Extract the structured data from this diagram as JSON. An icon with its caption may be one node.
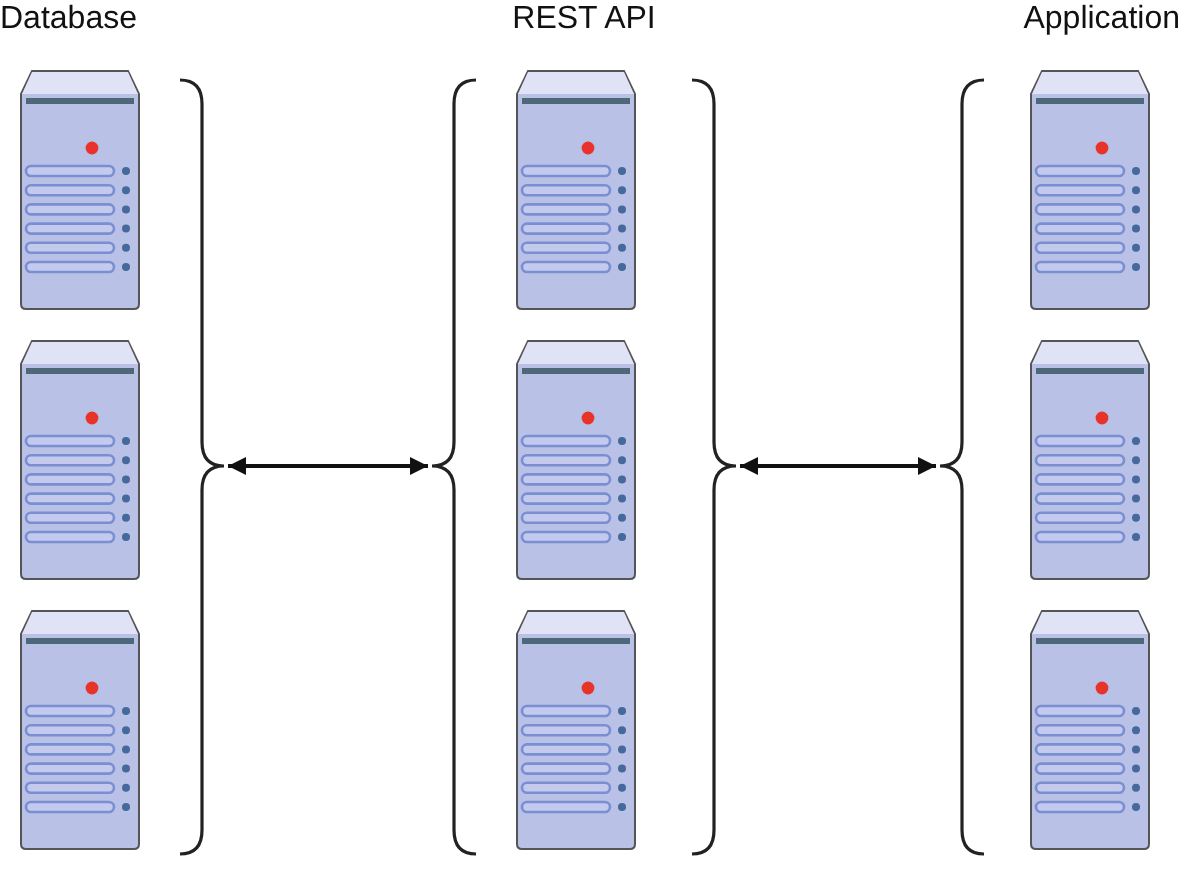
{
  "diagram": {
    "nodes": [
      {
        "text": [
          "Database"
        ]
      },
      {
        "text": [],
        "shape": "server",
        "in": 0
      },
      {
        "text": [],
        "shape": "server",
        "in": 0
      },
      {
        "text": [],
        "shape": "server",
        "in": 0
      },
      {
        "text": [
          "REST API"
        ]
      },
      {
        "text": [],
        "shape": "server",
        "in": 4
      },
      {
        "text": [],
        "shape": "server",
        "in": 4
      },
      {
        "text": [],
        "shape": "server",
        "in": 4
      },
      {
        "text": [
          "Application"
        ]
      },
      {
        "text": [],
        "shape": "server",
        "in": 8
      },
      {
        "text": [],
        "shape": "server",
        "in": 8
      },
      {
        "text": [],
        "shape": "server",
        "in": 8
      }
    ],
    "edges": [
      {
        "from": 0,
        "to": 4,
        "arrow": "both"
      },
      {
        "from": 4,
        "to": 8,
        "arrow": "both"
      }
    ]
  }
}
